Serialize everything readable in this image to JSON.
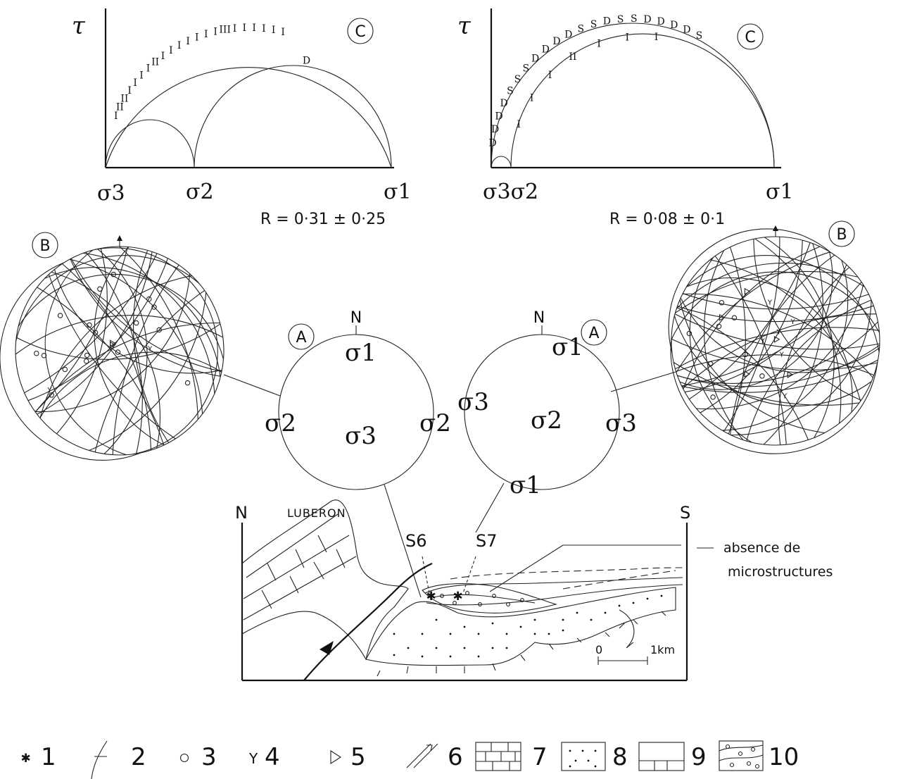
{
  "mohr_left": {
    "panel_label": "C",
    "tau_label": "τ",
    "sigma3": "σ3",
    "sigma2": "σ2",
    "sigma1": "σ1",
    "ratio": "R = 0·31 ± 0·25",
    "marks_large": [
      "I",
      "II",
      "II",
      "I",
      "I",
      "I",
      "I",
      "II",
      "I",
      "I",
      "I",
      "I",
      "I",
      "I",
      "I",
      "III",
      "I",
      "I",
      "I",
      "I",
      "I",
      "I"
    ],
    "marks_inner": [
      "D"
    ]
  },
  "mohr_right": {
    "panel_label": "C",
    "tau_label": "τ",
    "sigma3sigma2": "σ3σ2",
    "sigma1": "σ1",
    "ratio": "R = 0·08 ± 0·1",
    "outer_marks": [
      "D",
      "D",
      "D",
      "D",
      "S",
      "S",
      "S",
      "D",
      "D",
      "D",
      "D",
      "S",
      "S",
      "D",
      "S",
      "S",
      "D",
      "D",
      "D",
      "D",
      "S"
    ],
    "inner_marks": [
      "I",
      "I",
      "I",
      "II",
      "I",
      "I",
      "I"
    ]
  },
  "stereonet_left": {
    "panel_label": "B"
  },
  "stereonet_right": {
    "panel_label": "B"
  },
  "stress_left": {
    "panel_label": "A",
    "north": "N",
    "top": "σ1",
    "left": "σ2",
    "right": "σ2",
    "center": "σ3"
  },
  "stress_right": {
    "panel_label": "A",
    "north": "N",
    "top": "σ1",
    "left": "σ3",
    "right": "σ3",
    "center": "σ2",
    "bottom": "σ1"
  },
  "cross_section": {
    "north": "N",
    "south": "S",
    "place": "LUBERON",
    "site6": "S6",
    "site7": "S7",
    "note_line1": "absence de",
    "note_line2": "microstructures",
    "scale_0": "0",
    "scale_1": "1km"
  },
  "legend": [
    "1",
    "2",
    "3",
    "4",
    "5",
    "6",
    "7",
    "8",
    "9",
    "10"
  ]
}
